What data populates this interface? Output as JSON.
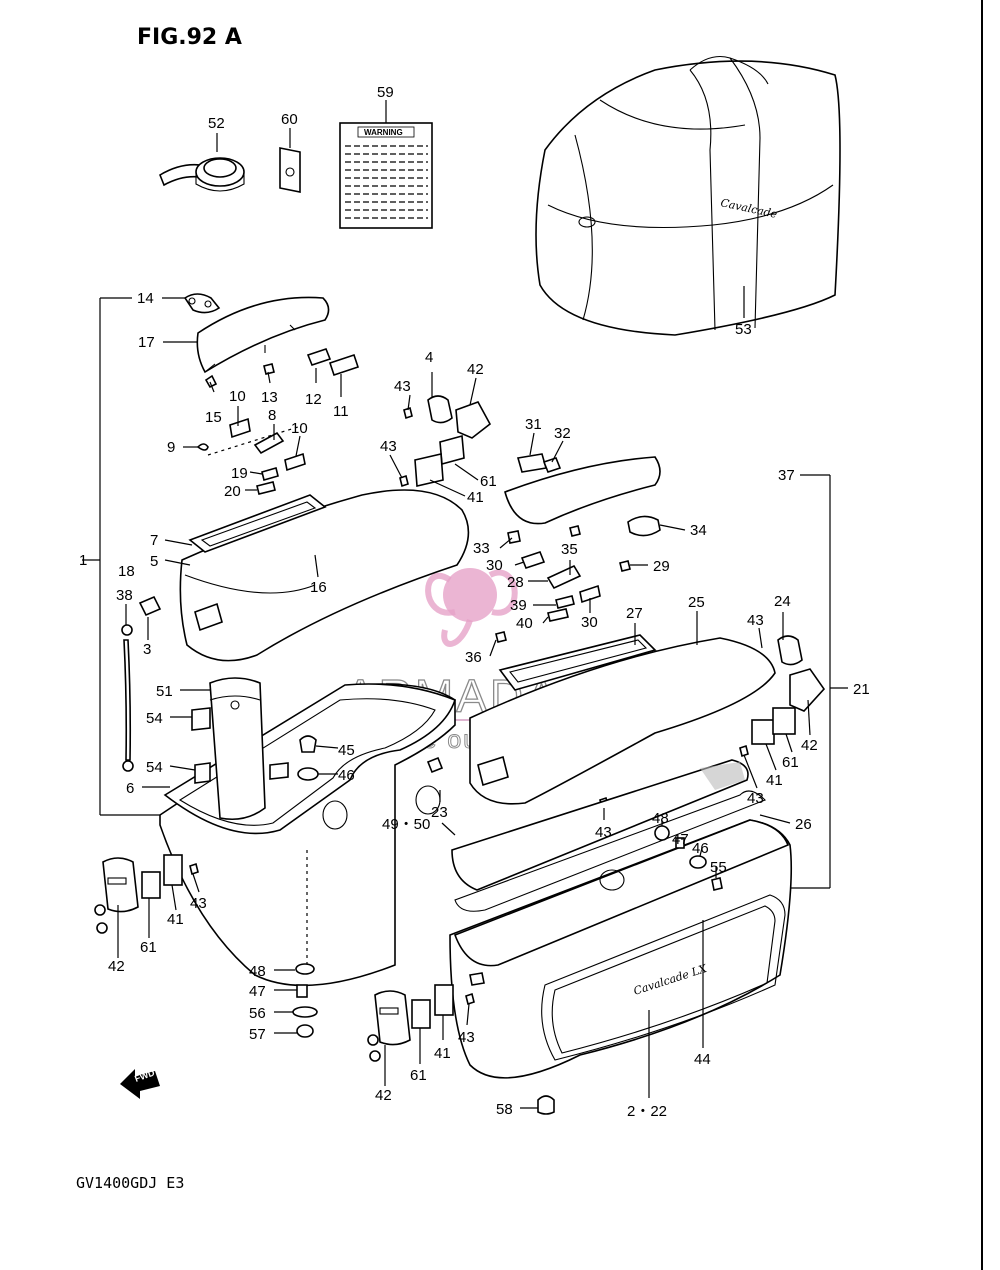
{
  "figure": {
    "title": "FIG.92 A",
    "model_code": "GV1400GDJ E3"
  },
  "watermark": {
    "brand": "ARMADA",
    "tagline": "marine outboards",
    "colors": {
      "logo": "#e6a3c8",
      "text": "#8a8a8a"
    }
  },
  "labels": {
    "warning_decal": "WARNING",
    "bag_script": "Cavalcade",
    "lid_badge": "Cavalcade LX",
    "fwd_arrow": "FWD"
  },
  "callouts": {
    "c1": "1",
    "c2_22": "2・22",
    "c3": "3",
    "c4": "4",
    "c5": "5",
    "c6": "6",
    "c7": "7",
    "c8": "8",
    "c9": "9",
    "c10a": "10",
    "c10b": "10",
    "c11": "11",
    "c12": "12",
    "c13": "13",
    "c14": "14",
    "c15": "15",
    "c16": "16",
    "c17": "17",
    "c18": "18",
    "c19": "19",
    "c20": "20",
    "c21": "21",
    "c23": "23",
    "c24": "24",
    "c25": "25",
    "c26": "26",
    "c27": "27",
    "c28": "28",
    "c29": "29",
    "c30a": "30",
    "c30b": "30",
    "c31": "31",
    "c32": "32",
    "c33": "33",
    "c34": "34",
    "c35": "35",
    "c36": "36",
    "c37": "37",
    "c38": "38",
    "c39": "39",
    "c40": "40",
    "c41a": "41",
    "c41b": "41",
    "c41c": "41",
    "c41d": "41",
    "c42a": "42",
    "c42b": "42",
    "c42c": "42",
    "c42d": "42",
    "c43a": "43",
    "c43b": "43",
    "c43c": "43",
    "c43d": "43",
    "c43e": "43",
    "c43f": "43",
    "c43g": "43",
    "c44": "44",
    "c45": "45",
    "c46a": "46",
    "c46b": "46",
    "c47a": "47",
    "c47b": "47",
    "c48a": "48",
    "c48b": "48",
    "c49_50": "49・50",
    "c51": "51",
    "c52": "52",
    "c53": "53",
    "c54a": "54",
    "c54b": "54",
    "c55": "55",
    "c56": "56",
    "c57": "57",
    "c58": "58",
    "c59": "59",
    "c60": "60",
    "c61a": "61",
    "c61b": "61",
    "c61c": "61",
    "c61d": "61"
  }
}
